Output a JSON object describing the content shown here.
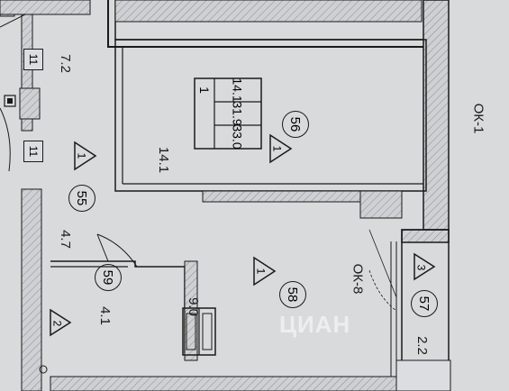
{
  "rooms": {
    "room_56": {
      "number": "56",
      "area": "14.1",
      "area_plan": "14.1",
      "type": "1"
    },
    "room_55": {
      "number": "55",
      "type": "1"
    },
    "room_58": {
      "number": "58",
      "area": "9.0",
      "type": "1"
    },
    "room_59": {
      "number": "59",
      "area": "4.1",
      "type": "2"
    },
    "room_57": {
      "number": "57",
      "area": "2.2",
      "type": "3"
    }
  },
  "apartment_table": {
    "rooms_count": "1",
    "living_area": "14.1",
    "total_area_no_balcony": "31.9",
    "total_area": "33.0"
  },
  "openings": {
    "window_ok1": "ОК-1",
    "window_ok8": "ОК-8"
  },
  "corridor": {
    "area_top": "7.2",
    "area_bottom": "4.7"
  },
  "boxes": {
    "box1": "11",
    "box2": "11"
  },
  "watermark": "ЦИАН",
  "colors": {
    "background": "#d9dadc",
    "wall": "#c8c9cc",
    "line": "#1a1a1a"
  }
}
